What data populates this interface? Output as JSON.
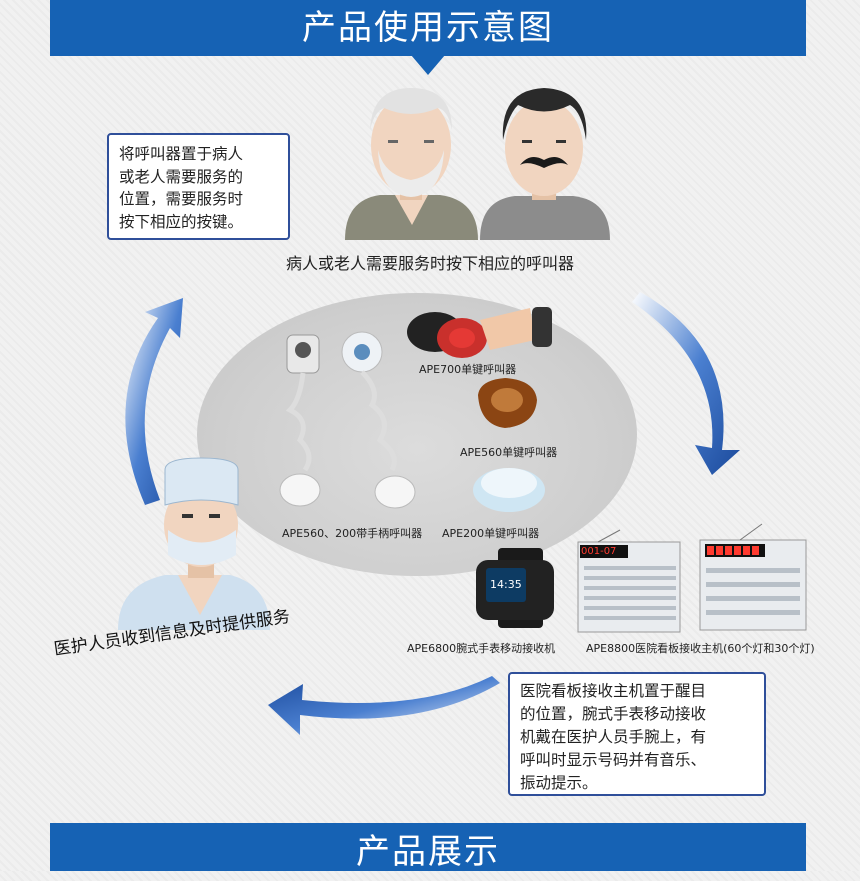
{
  "banner_top": "产品使用示意图",
  "banner_bottom": "产品展示",
  "note_left": [
    "将呼叫器置于病人",
    "或老人需要服务的",
    "位置，需要服务时",
    "按下相应的按键。"
  ],
  "caption_top": "病人或老人需要服务时按下相应的呼叫器",
  "products": {
    "ape700": "APE700单键呼叫器",
    "ape560": "APE560单键呼叫器",
    "handle": "APE560、200带手柄呼叫器",
    "ape200": "APE200单键呼叫器",
    "watch": "APE6800腕式手表移动接收机",
    "board": "APE8800医院看板接收主机(60个灯和30个灯)"
  },
  "watch_time": "14:35",
  "board_display": "001-07",
  "staff_caption": "医护人员收到信息及时提供服务",
  "note_right": [
    "医院看板接收主机置于醒目",
    "的位置，腕式手表移动接收",
    "机戴在医护人员手腕上，有",
    "呼叫时显示号码并有音乐、",
    "振动提示。"
  ],
  "colors": {
    "banner": "#1662b4",
    "note_border": "#2f4f9a",
    "arrow": "#2a5fb6"
  }
}
